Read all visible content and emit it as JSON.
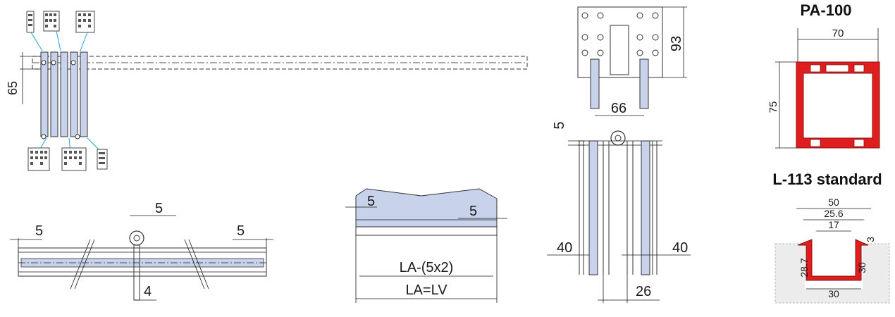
{
  "profiles": {
    "pa100": {
      "title": "PA-100",
      "width": "70",
      "height": "75"
    },
    "l113": {
      "title": "L-113 standard",
      "width_outer": "50",
      "width_mid": "25.6",
      "width_inner": "17",
      "lip": "3",
      "depth_left": "28.7",
      "depth_right": "30",
      "base": "30"
    }
  },
  "plan_view": {
    "height": "65"
  },
  "front_view": {
    "left_gap": "5",
    "center_gap": "5",
    "right_gap": "5",
    "axle": "4"
  },
  "section_view": {
    "left_gap": "5",
    "right_gap": "5",
    "formula_inner": "LA-(5x2)",
    "formula_outer": "LA=LV"
  },
  "hinge_top": {
    "height": "93",
    "width": "66"
  },
  "hinge_bottom": {
    "gap": "5",
    "left": "40",
    "right": "40",
    "center": "26"
  },
  "colors": {
    "panel_fill": "#c8d2ea",
    "profile_red": "#e01e1e",
    "leader_blue": "#1aa3d9"
  }
}
